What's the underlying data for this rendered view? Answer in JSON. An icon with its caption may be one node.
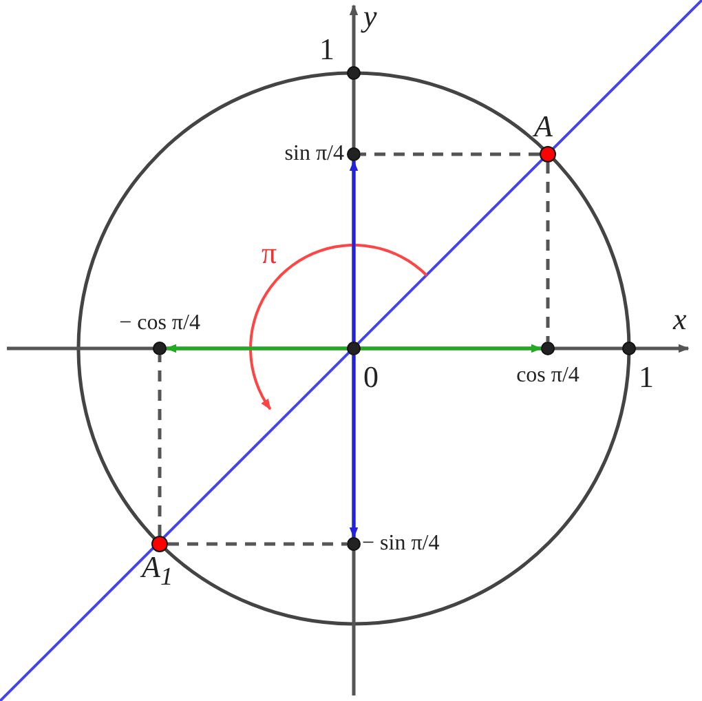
{
  "diagram": {
    "nodes": [
      {
        "text": [],
        "shape": "circle",
        "beside": [
          "0"
        ]
      },
      {
        "text": [],
        "shape": "circle",
        "beside": [
          "1"
        ]
      },
      {
        "text": [],
        "shape": "circle",
        "beside": [
          "sin π/4"
        ]
      },
      {
        "text": [],
        "shape": "circle",
        "beside": [
          "A"
        ]
      },
      {
        "text": [],
        "shape": "circle",
        "beside": [
          "cos π/4"
        ]
      },
      {
        "text": [],
        "shape": "circle",
        "beside": [
          "1"
        ]
      },
      {
        "text": [],
        "shape": "circle",
        "beside": [
          "− cos π/4"
        ]
      },
      {
        "text": [],
        "shape": "circle",
        "beside": [
          "A$_{1}$"
        ]
      },
      {
        "text": [],
        "shape": "circle",
        "beside": [
          "− sin π/4"
        ]
      }
    ],
    "edges": [
      {
        "from": 0,
        "to": 2,
        "arrow": "to",
        "color": "#2222dd"
      },
      {
        "from": 0,
        "to": 8,
        "arrow": "to",
        "color": "#2222dd"
      },
      {
        "from": 0,
        "to": 4,
        "arrow": "to",
        "color": "#22aa22"
      },
      {
        "from": 0,
        "to": 6,
        "arrow": "to",
        "color": "#22aa22"
      },
      {
        "from": 3,
        "to": 2,
        "arrow": "none",
        "style": "dashed"
      },
      {
        "from": 3,
        "to": 4,
        "arrow": "none",
        "style": "dashed"
      },
      {
        "from": 7,
        "to": 6,
        "arrow": "none",
        "style": "dashed"
      },
      {
        "from": 7,
        "to": 8,
        "arrow": "none",
        "style": "dashed"
      }
    ],
    "labels": [
      "y",
      "x",
      "π"
    ]
  }
}
